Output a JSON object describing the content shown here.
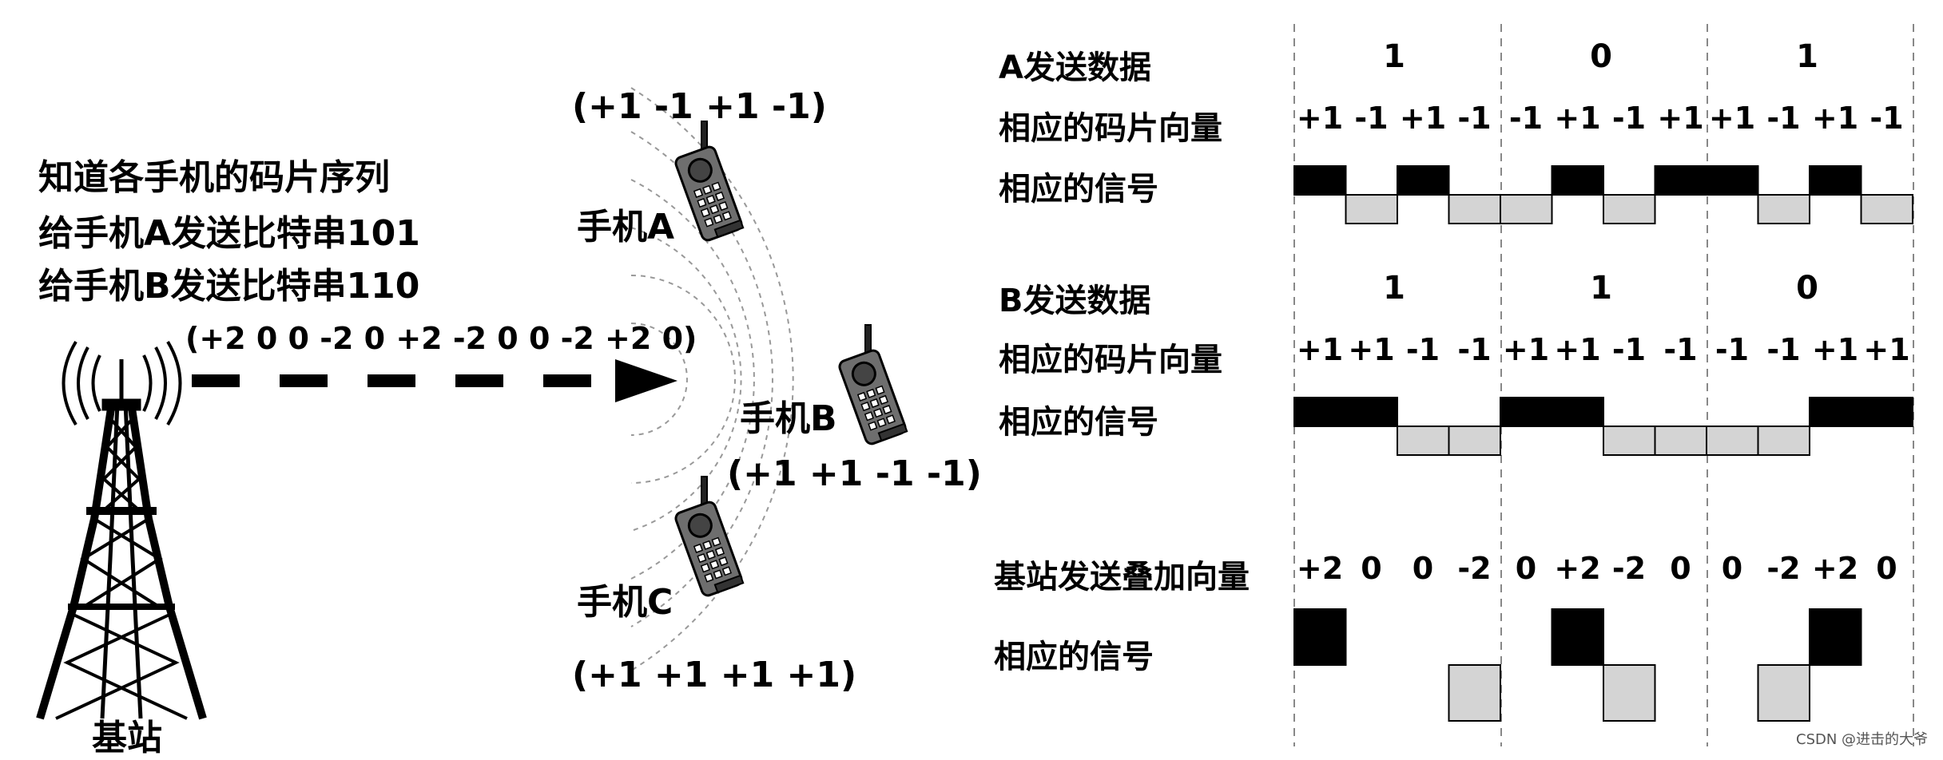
{
  "left_panel": {
    "line1": "知道各手机的码片序列",
    "line2": "给手机A发送比特串101",
    "line3": "给手机B发送比特串110",
    "broadcast_sequence": "(+2 0 0 -2 0 +2 -2 0 0 -2 +2 0)",
    "base_station_label": "基站"
  },
  "phones": {
    "a_vector": "(+1 -1 +1 -1)",
    "a_label": "手机A",
    "b_label": "手机B",
    "b_vector": "(+1 +1 -1 -1)",
    "c_label": "手机C",
    "c_vector": "(+1 +1 +1 +1)"
  },
  "right_panel": {
    "a_data_label": "A发送数据",
    "a_bits": [
      "1",
      "0",
      "1"
    ],
    "a_chip_label": "相应的码片向量",
    "a_chips": [
      "+1",
      "-1",
      "+1",
      "-1",
      "-1",
      "+1",
      "-1",
      "+1",
      "+1",
      "-1",
      "+1",
      "-1"
    ],
    "a_signal_label": "相应的信号",
    "b_data_label": "B发送数据",
    "b_bits": [
      "1",
      "1",
      "0"
    ],
    "b_chip_label": "相应的码片向量",
    "b_chips": [
      "+1",
      "+1",
      "-1",
      "-1",
      "+1",
      "+1",
      "-1",
      "-1",
      "-1",
      "-1",
      "+1",
      "+1"
    ],
    "b_signal_label": "相应的信号",
    "sum_label": "基站发送叠加向量",
    "sum_values": [
      "+2",
      "0",
      "0",
      "-2",
      "0",
      "+2",
      "-2",
      "0",
      "0",
      "-2",
      "+2",
      "0"
    ],
    "sum_signal_label": "相应的信号"
  },
  "chart_data": {
    "type": "signal",
    "a_signal": [
      1,
      -1,
      1,
      -1,
      -1,
      1,
      -1,
      1,
      1,
      -1,
      1,
      -1
    ],
    "b_signal": [
      1,
      1,
      -1,
      -1,
      1,
      1,
      -1,
      -1,
      -1,
      -1,
      1,
      1
    ],
    "sum_signal": [
      2,
      0,
      0,
      -2,
      0,
      2,
      -2,
      0,
      0,
      -2,
      2,
      0
    ]
  },
  "colors": {
    "positive": "#000000",
    "negative": "#d4d4d4",
    "guide": "#888888"
  },
  "credit": "CSDN @进击的大爷"
}
